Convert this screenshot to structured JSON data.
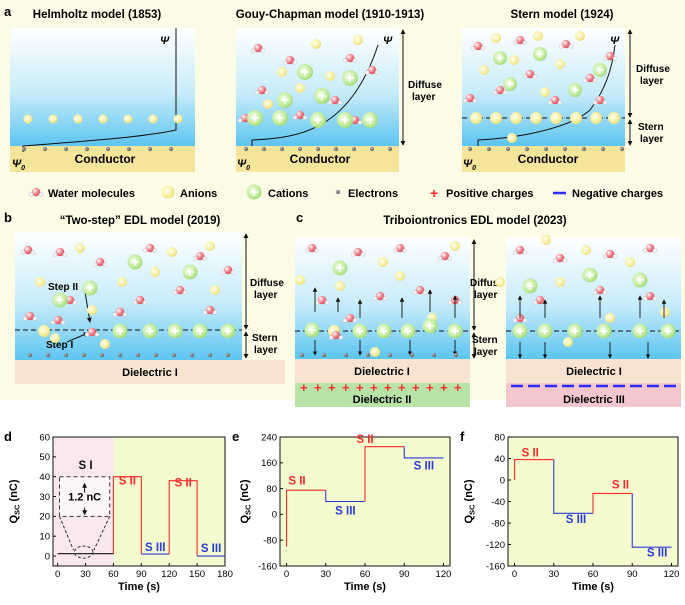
{
  "panel_letters": {
    "a": "a",
    "b": "b",
    "c": "c",
    "d": "d",
    "e": "e",
    "f": "f"
  },
  "models": {
    "helmholtz": {
      "title": "Helmholtz model (1853)",
      "psi": "Ψ",
      "psi0": "Ψ",
      "psi0_sub": "0",
      "conductor": "Conductor"
    },
    "gouy": {
      "title": "Gouy-Chapman model (1910-1913)",
      "psi": "Ψ",
      "psi0": "Ψ",
      "psi0_sub": "0",
      "conductor": "Conductor",
      "diffuse": [
        "Diffuse",
        "layer"
      ]
    },
    "stern": {
      "title": "Stern model (1924)",
      "psi": "Ψ",
      "psi0": "Ψ",
      "psi0_sub": "0",
      "conductor": "Conductor",
      "diffuse": [
        "Diffuse",
        "layer"
      ],
      "stern": [
        "Stern",
        "layer"
      ]
    }
  },
  "legend": {
    "water": "Water molecules",
    "anions": "Anions",
    "cations": "Cations",
    "electrons": "Electrons",
    "positive": "Positive charges",
    "negative": "Negative charges",
    "plus_symbol": "+",
    "colors": {
      "water": "#e8737f",
      "anion": "#f2e58a",
      "cation": "#b5e39a",
      "electron": "#6a6a6a",
      "positive": "#ff2b2b",
      "negative": "#2b2bff"
    }
  },
  "panel_b": {
    "title": "“Two-step” EDL model (2019)",
    "step2": "Step II",
    "step1": "Step I",
    "diffuse": [
      "Diffuse",
      "layer"
    ],
    "stern": [
      "Stern",
      "layer"
    ],
    "dielectric": "Dielectric I"
  },
  "panel_c": {
    "title": "Triboiontronics EDL model (2023)",
    "diffuse": [
      "Diffuse",
      "layer"
    ],
    "stern": [
      "Stern",
      "layer"
    ],
    "left_dielectric_top": "Dielectric I",
    "left_dielectric_bottom": "Dielectric II",
    "right_dielectric_top": "Dielectric I",
    "right_dielectric_bottom": "Dielectric III"
  },
  "charts": {
    "d": {
      "xlabel": "Time (s)",
      "ylabel": "Q",
      "ylabel_sub": "SC",
      "ylabel_unit": "(nC)",
      "xticks": [
        "0",
        "30",
        "60",
        "90",
        "120",
        "150",
        "180"
      ],
      "yticks": [
        "0",
        "10",
        "20",
        "30",
        "40",
        "50",
        "60"
      ],
      "xlim": [
        -5,
        180
      ],
      "ylim": [
        -5,
        60
      ],
      "labels": {
        "s1": "S I",
        "s2a": "S II",
        "s2b": "S II",
        "s3a": "S III",
        "s3b": "S III",
        "inset": "1.2 nC"
      },
      "segments": [
        {
          "stage": "S I",
          "x": [
            0,
            60
          ],
          "y": [
            1.2,
            1.2
          ]
        },
        {
          "stage": "S II",
          "x": [
            60,
            60,
            90,
            90
          ],
          "y": [
            1.2,
            40,
            40,
            1
          ]
        },
        {
          "stage": "S III",
          "x": [
            90,
            120
          ],
          "y": [
            1,
            1
          ]
        },
        {
          "stage": "S II",
          "x": [
            120,
            120,
            150,
            150
          ],
          "y": [
            1,
            38,
            38,
            0
          ]
        },
        {
          "stage": "S III",
          "x": [
            150,
            180
          ],
          "y": [
            0,
            0
          ]
        }
      ]
    },
    "e": {
      "xlabel": "Time (s)",
      "ylabel": "Q",
      "ylabel_sub": "SC",
      "ylabel_unit": "(nC)",
      "xticks": [
        "0",
        "30",
        "60",
        "90",
        "120"
      ],
      "yticks": [
        "-160",
        "-80",
        "0",
        "80",
        "160",
        "240"
      ],
      "xlim": [
        -5,
        125
      ],
      "ylim": [
        -160,
        240
      ],
      "labels": {
        "s2a": "S II",
        "s2b": "S II",
        "s3a": "S III",
        "s3b": "S III"
      },
      "segments": [
        {
          "stage": "S II",
          "x": [
            0,
            0,
            30
          ],
          "y": [
            -100,
            75,
            75
          ]
        },
        {
          "stage": "S III",
          "x": [
            30,
            30,
            60
          ],
          "y": [
            75,
            40,
            40
          ]
        },
        {
          "stage": "S II",
          "x": [
            60,
            60,
            90
          ],
          "y": [
            40,
            210,
            210
          ]
        },
        {
          "stage": "S III",
          "x": [
            90,
            90,
            120
          ],
          "y": [
            210,
            175,
            175
          ]
        }
      ]
    },
    "f": {
      "xlabel": "Time (s)",
      "ylabel": "Q",
      "ylabel_sub": "SC",
      "ylabel_unit": "(nC)",
      "xticks": [
        "0",
        "30",
        "60",
        "90",
        "120"
      ],
      "yticks": [
        "-160",
        "-120",
        "-80",
        "-40",
        "0",
        "40",
        "80"
      ],
      "xlim": [
        -5,
        125
      ],
      "ylim": [
        -160,
        80
      ],
      "labels": {
        "s2a": "S II",
        "s2b": "S II",
        "s3a": "S III",
        "s3b": "S III"
      },
      "segments": [
        {
          "stage": "S II",
          "x": [
            0,
            0,
            30
          ],
          "y": [
            0,
            38,
            38
          ]
        },
        {
          "stage": "S III",
          "x": [
            30,
            30,
            60
          ],
          "y": [
            38,
            -62,
            -62
          ]
        },
        {
          "stage": "S II",
          "x": [
            60,
            60,
            90
          ],
          "y": [
            -62,
            -25,
            -25
          ]
        },
        {
          "stage": "S III",
          "x": [
            90,
            90,
            120
          ],
          "y": [
            -25,
            -125,
            -125
          ]
        }
      ]
    }
  }
}
